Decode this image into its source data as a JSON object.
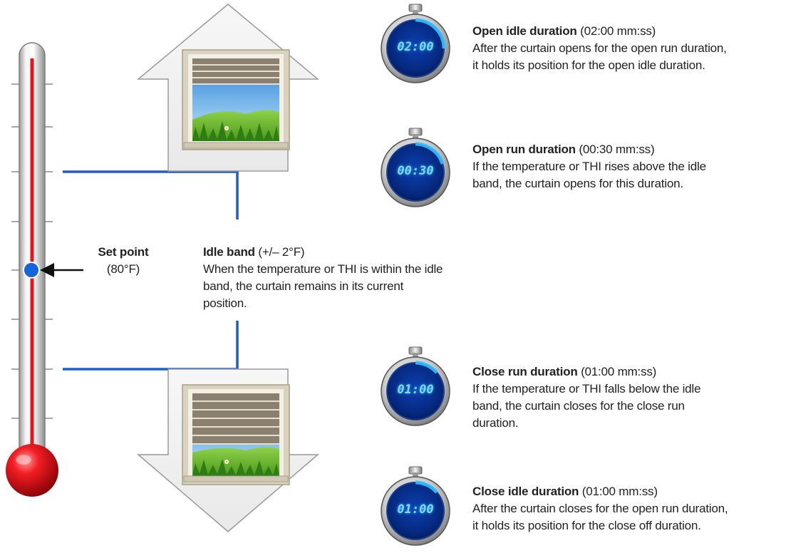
{
  "set_point": {
    "title": "Set point",
    "value": "(80°F)"
  },
  "idle_band": {
    "title": "Idle band",
    "value": "(+/– 2°F)",
    "description_lines": [
      "When the temperature or THI is within the idle",
      "band, the curtain remains in its current",
      "position."
    ]
  },
  "open_idle": {
    "timer": "02:00",
    "title": "Open idle duration",
    "value": "(02:00 mm:ss)",
    "description_lines": [
      "After the curtain opens for the open run duration,",
      "it holds its position for the open idle duration."
    ]
  },
  "open_run": {
    "timer": "00:30",
    "title": "Open run duration",
    "value": "(00:30 mm:ss)",
    "description_lines": [
      "If the temperature or THI rises above the idle",
      "band, the curtain opens for this duration."
    ]
  },
  "close_run": {
    "timer": "01:00",
    "title": "Close run duration",
    "value": "(01:00 mm:ss)",
    "description_lines": [
      "If the temperature or THI falls below the idle",
      "band, the curtain closes for the close run",
      "duration."
    ]
  },
  "close_idle": {
    "timer": "01:00",
    "title": "Close idle duration",
    "value": "(01:00 mm:ss)",
    "description_lines": [
      "After the curtain closes for the open run duration,",
      "it holds its position for the close off duration."
    ]
  },
  "colors": {
    "band_line": "#1a5fcc",
    "mercury": "#e8141c",
    "set_point_dot": "#1565d8",
    "timer_digits": "#7fd8ff"
  }
}
